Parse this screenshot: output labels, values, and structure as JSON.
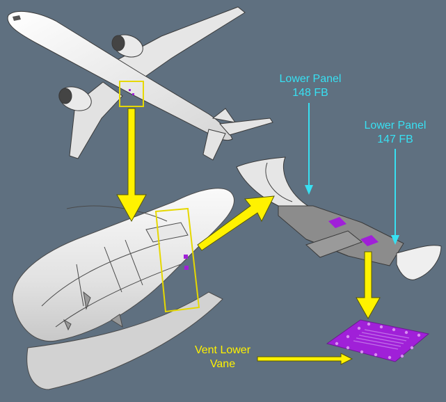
{
  "callouts": {
    "lower_panel_148": {
      "line1": "Lower Panel",
      "line2": "148 FB"
    },
    "lower_panel_147": {
      "line1": "Lower Panel",
      "line2": "147 FB"
    },
    "vent_lower_vane": {
      "line1": "Vent Lower",
      "line2": "Vane"
    }
  },
  "colors": {
    "background": "#5f7080",
    "callout_cyan": "#38e0f2",
    "callout_yellow": "#fff200",
    "highlight_purple": "#a020d8",
    "aircraft_white": "#f0f0f0",
    "outline": "#3a3a3a"
  }
}
